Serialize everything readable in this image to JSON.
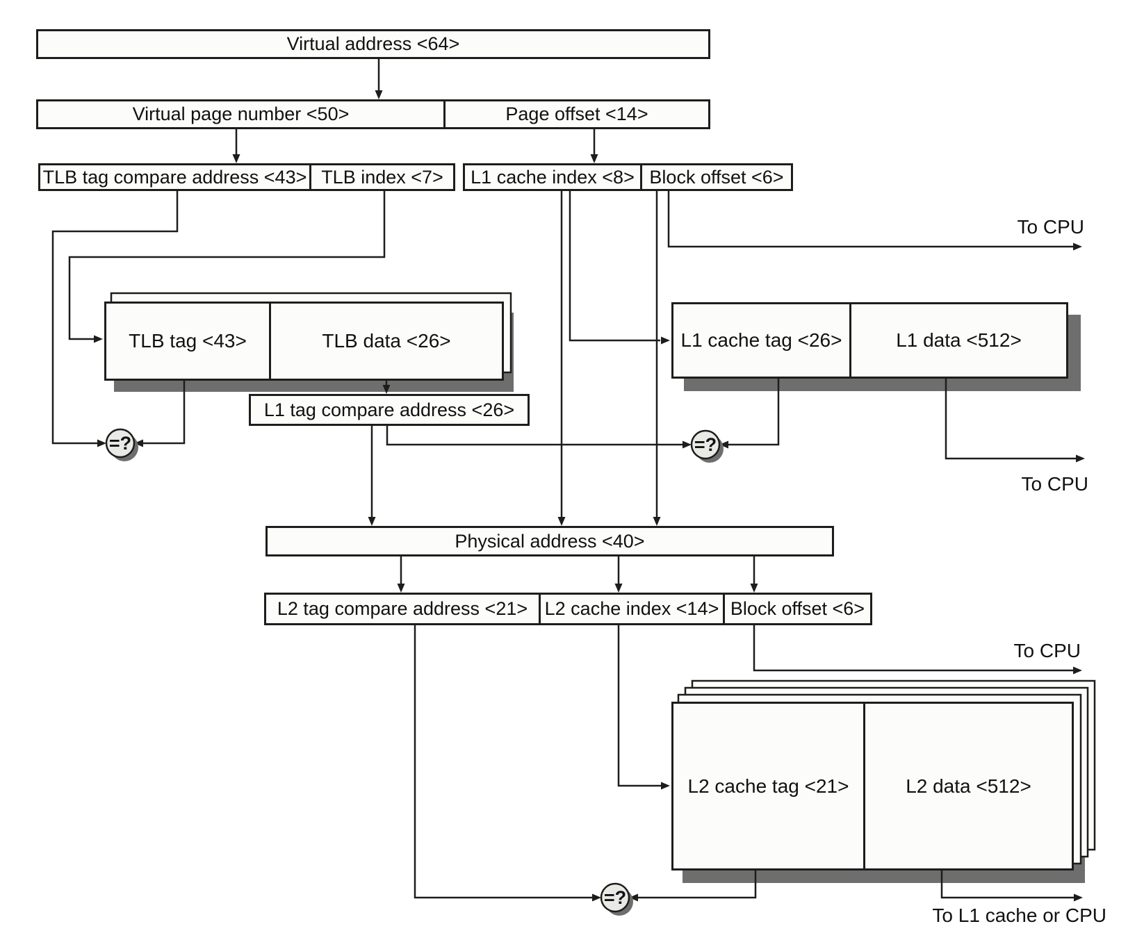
{
  "diagram": {
    "virtual_address": "Virtual address <64>",
    "virtual_page_number": "Virtual page number <50>",
    "page_offset": "Page offset <14>",
    "tlb_tag_compare_address": "TLB tag compare address <43>",
    "tlb_index": "TLB index <7>",
    "l1_cache_index": "L1 cache index <8>",
    "block_offset_l1": "Block offset <6>",
    "tlb_tag": "TLB tag <43>",
    "tlb_data": "TLB data <26>",
    "l1_cache_tag": "L1 cache tag <26>",
    "l1_data": "L1 data <512>",
    "l1_tag_compare_address": "L1 tag compare address <26>",
    "physical_address": "Physical address <40>",
    "l2_tag_compare_address": "L2 tag compare address <21>",
    "l2_cache_index": "L2 cache index <14>",
    "block_offset_l2": "Block offset <6>",
    "l2_cache_tag": "L2 cache tag <21>",
    "l2_data": "L2 data <512>",
    "comparator": "=?",
    "to_cpu_block_offset": "To CPU",
    "to_cpu_l1_data": "To CPU",
    "to_cpu_l2_block_offset": "To CPU",
    "to_l1_cache_or_cpu": "To L1 cache or CPU"
  },
  "colors": {
    "background": "#ffffff",
    "box_fill": "#fcfcfa",
    "stroke": "#1d1d1b",
    "shadow": "#6e6e6e",
    "circle_fill": "#e9e9e6"
  }
}
